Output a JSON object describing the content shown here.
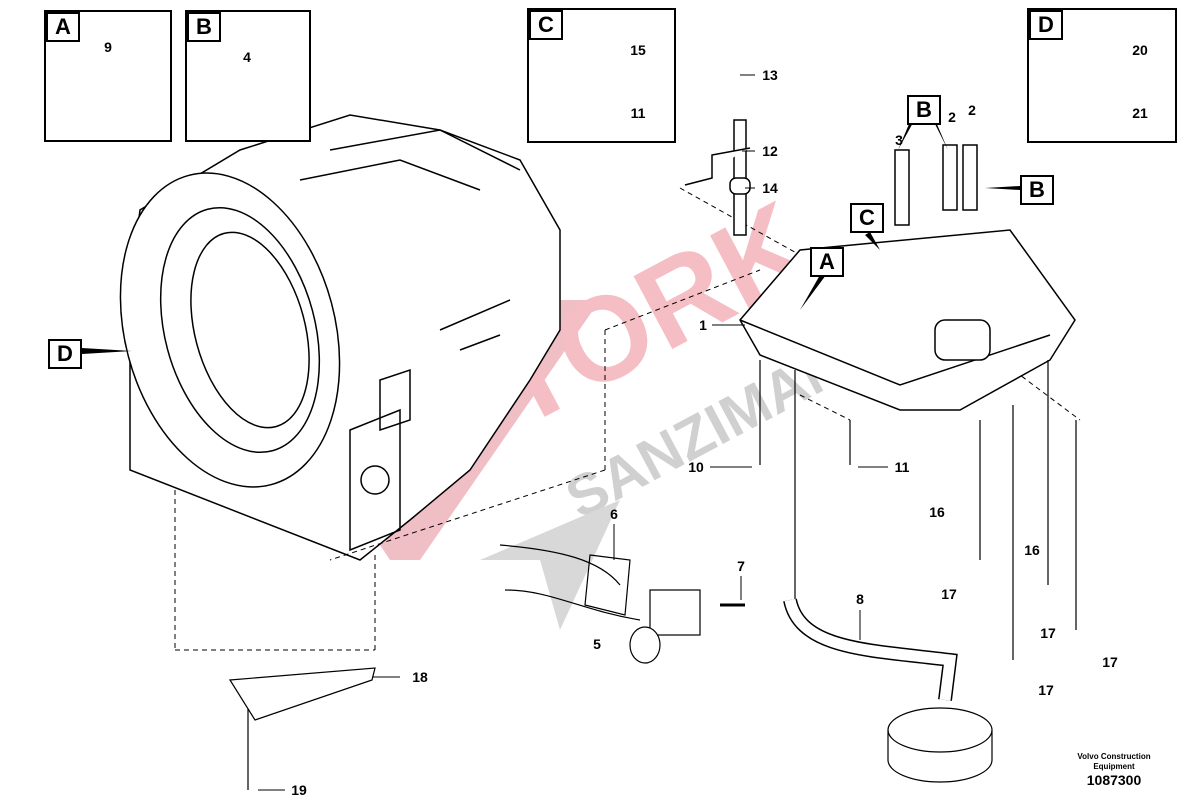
{
  "detail_boxes": [
    {
      "letter": "A",
      "parts": [
        "9"
      ]
    },
    {
      "letter": "B",
      "parts": [
        "4"
      ]
    },
    {
      "letter": "C",
      "parts": [
        "15",
        "11"
      ]
    },
    {
      "letter": "D",
      "parts": [
        "20",
        "21"
      ]
    }
  ],
  "callout_letters": {
    "b_upper": "B",
    "b_right": "B",
    "c": "C",
    "a": "A",
    "d": "D"
  },
  "part_labels": {
    "p13": "13",
    "p12": "12",
    "p14": "14",
    "p3": "3",
    "p2a": "2",
    "p2b": "2",
    "p1": "1",
    "p10": "10",
    "p11": "11",
    "p16a": "16",
    "p16b": "16",
    "p17a": "17",
    "p17b": "17",
    "p17c": "17",
    "p17d": "17",
    "p6": "6",
    "p7": "7",
    "p5": "5",
    "p8": "8",
    "p18": "18",
    "p19": "19"
  },
  "watermark": {
    "line1": "TORK",
    "line2": "ŞANZIMAN"
  },
  "credit": {
    "line1": "Volvo Construction",
    "line2": "Equipment"
  },
  "document_number": "1087300"
}
